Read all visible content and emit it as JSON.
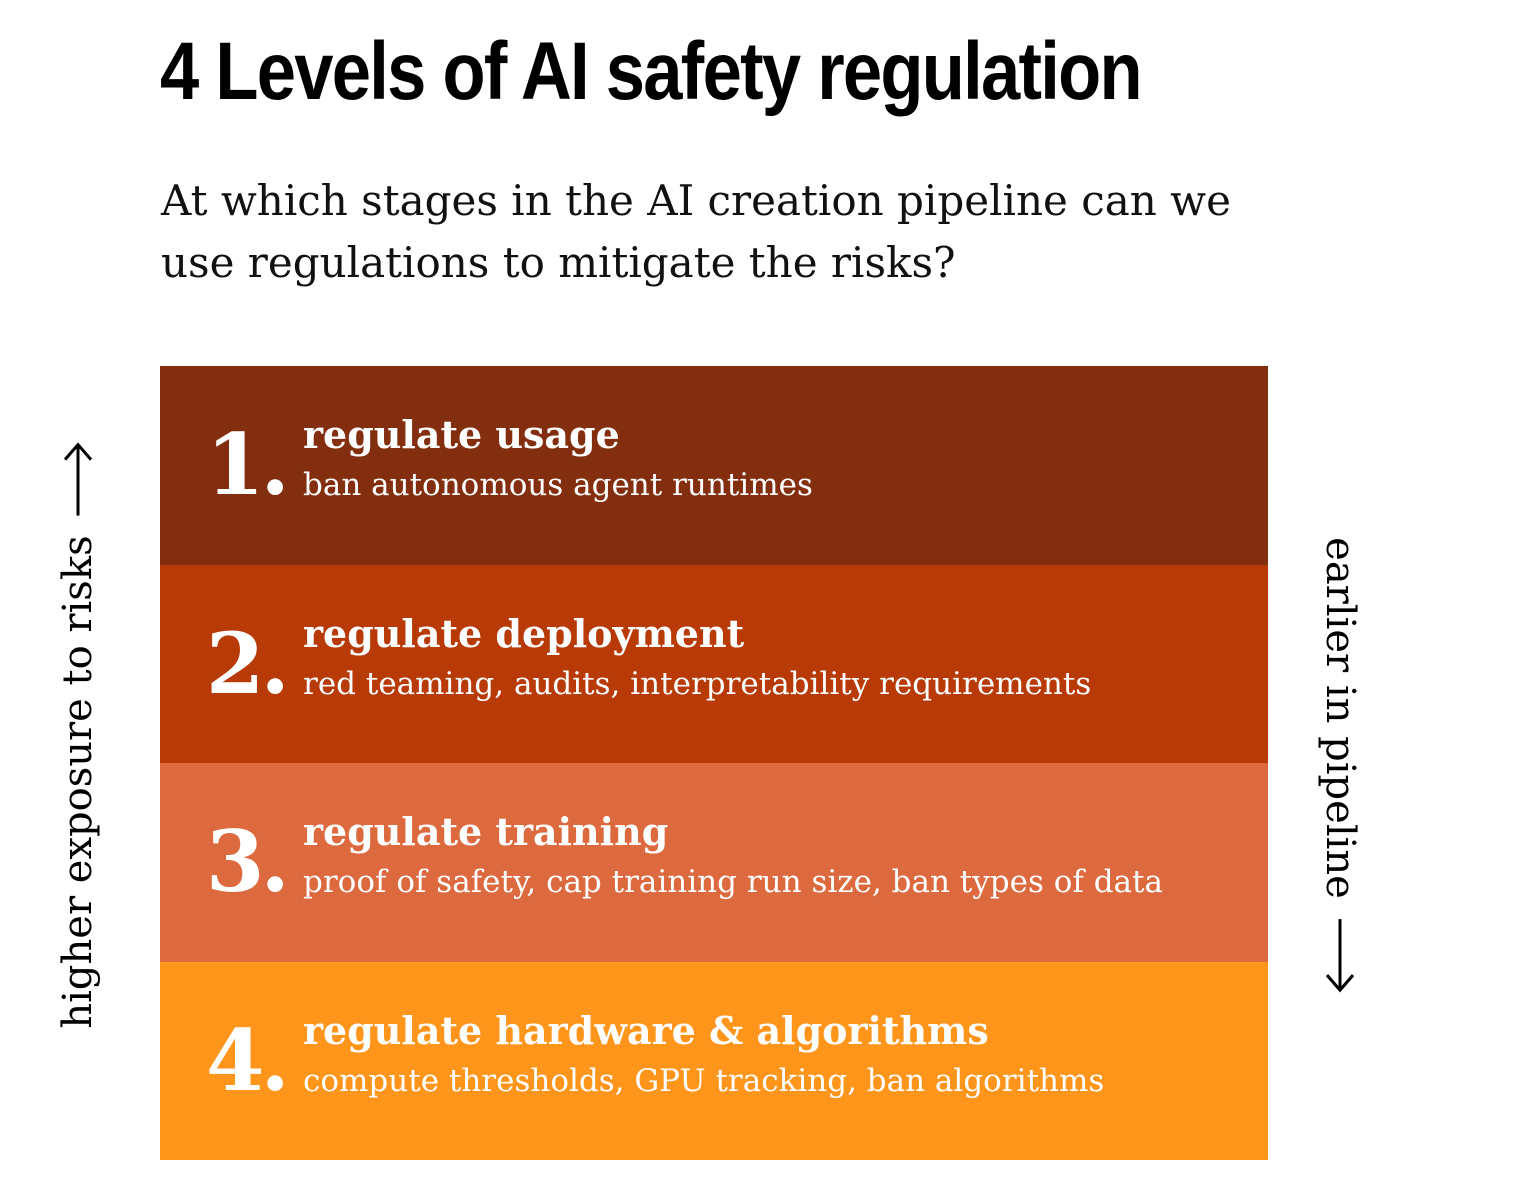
{
  "title": "4 Levels of AI safety regulation",
  "subtitle": "At which stages in the AI creation pipeline can we use regulations to mitigate the risks?",
  "left_axis_label": "higher exposure to risks",
  "right_axis_label": "earlier in pipeline",
  "icons": {
    "left_arrow": "arrow-up-icon",
    "right_arrow": "arrow-down-icon"
  },
  "levels": [
    {
      "number": "1.",
      "title": "regulate usage",
      "description": "ban autonomous agent runtimes",
      "color": "#832F0F"
    },
    {
      "number": "2.",
      "title": "regulate deployment",
      "description": "red teaming, audits, interpretability requirements",
      "color": "#B83A06"
    },
    {
      "number": "3.",
      "title": "regulate training",
      "description": "proof of safety, cap training run size, ban types of data",
      "color": "#DD6A3F"
    },
    {
      "number": "4.",
      "title": "regulate hardware & algorithms",
      "description": "compute thresholds, GPU tracking, ban algorithms",
      "color": "#FF951A"
    }
  ]
}
